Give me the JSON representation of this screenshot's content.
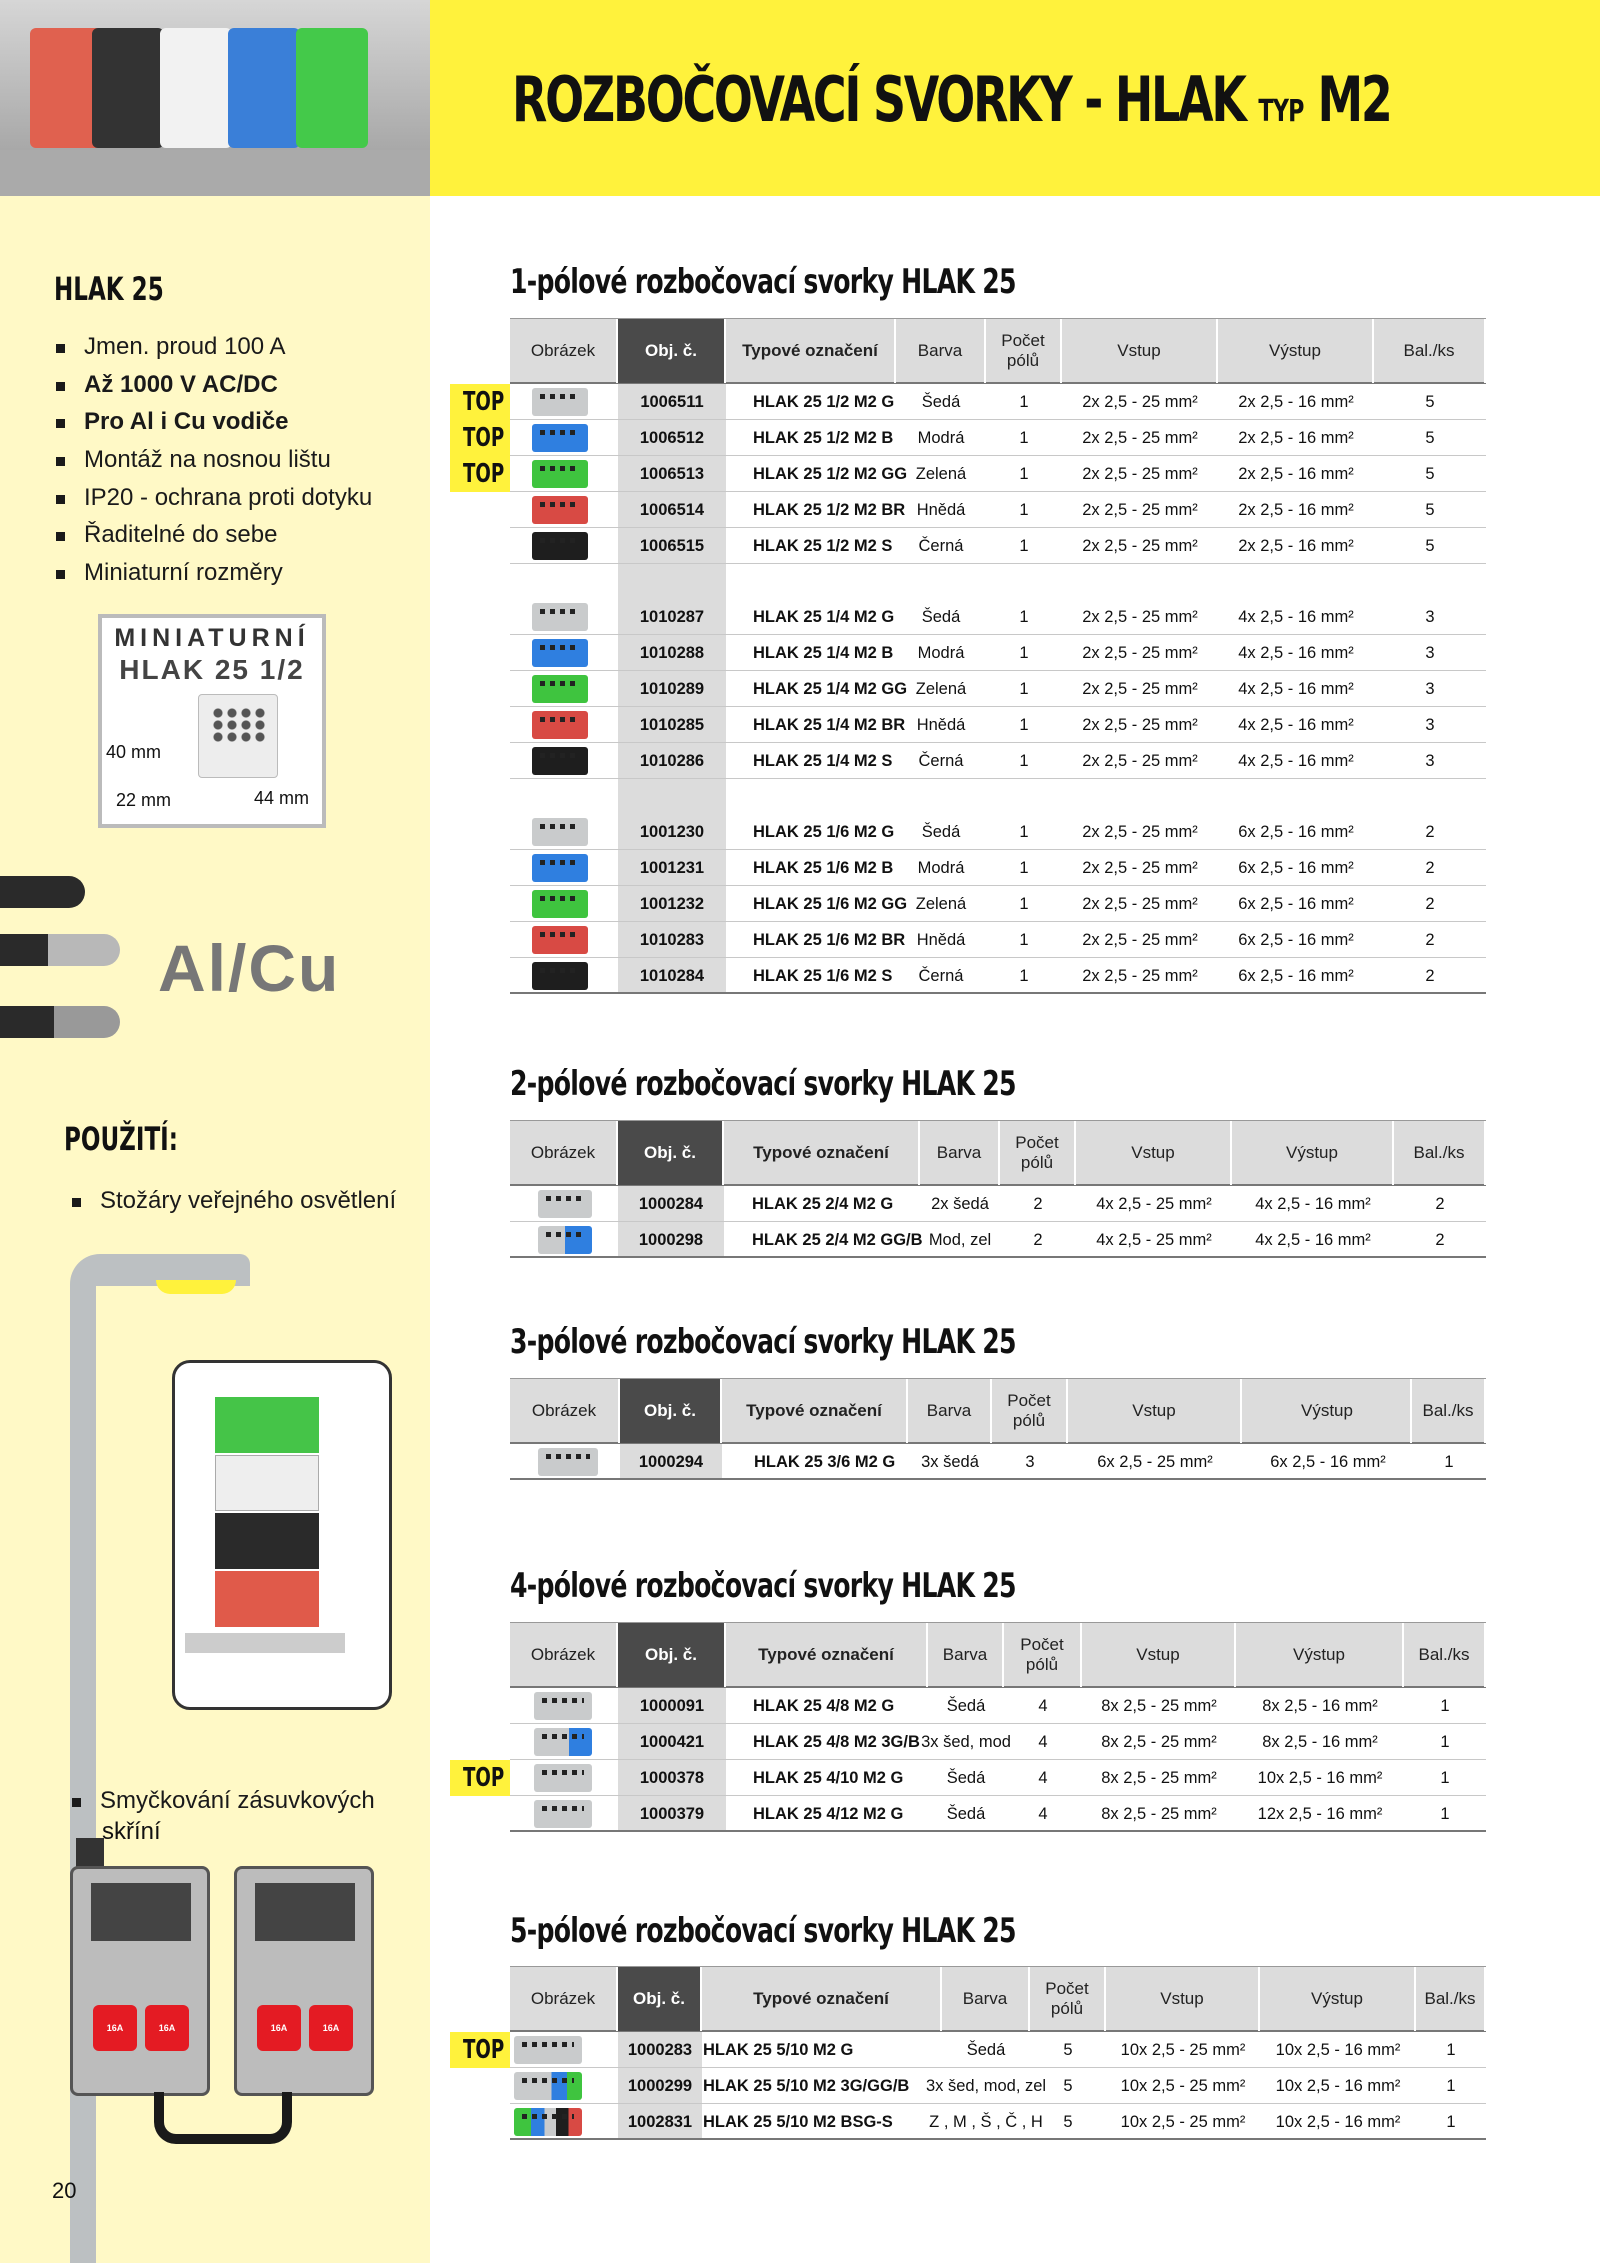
{
  "header": {
    "title": "ROZBOČOVACÍ SVORKY - HLAK",
    "title_typ": "TYP",
    "title_model": "M2"
  },
  "sidebar": {
    "heading": "HLAK 25",
    "features": [
      "Jmen. proud 100 A",
      "Až 1000 V AC/DC",
      "Pro Al i Cu vodiče",
      "Montáž na nosnou lištu",
      "IP20 - ochrana proti dotyku",
      "Řaditelné do sebe",
      "Miniaturní rozměry"
    ],
    "mini_box": {
      "line1": "MINIATURNÍ",
      "line2": "HLAK 25 1/2",
      "dim_h": "40 mm",
      "dim_w": "22 mm",
      "dim_d": "44 mm"
    },
    "alcu": "Al/Cu",
    "usage_heading": "POUŽITÍ:",
    "usage1": "Stožáry veřejného osvětlení",
    "usage2_line1": "Smyčkování zásuvkových",
    "usage2_line2": "skříní",
    "socket_label": "16A"
  },
  "page_number": "20",
  "top_label": "TOP",
  "sections": [
    {
      "title": "1-pólové rozbočovací svorky HLAK 25",
      "headers": [
        "Obrázek",
        "Obj. č.",
        "Typové označení",
        "Barva",
        "Počet pólů",
        "Vstup",
        "Výstup",
        "Bal./ks"
      ],
      "rows": [
        [
          "1006511",
          "HLAK 25 1/2 M2 G",
          "Šedá",
          "1",
          "2x 2,5 - 25 mm²",
          "2x 2,5 - 16 mm²",
          "5"
        ],
        [
          "1006512",
          "HLAK 25 1/2 M2 B",
          "Modrá",
          "1",
          "2x 2,5 - 25 mm²",
          "2x 2,5 - 16 mm²",
          "5"
        ],
        [
          "1006513",
          "HLAK 25 1/2 M2 GG",
          "Zelená",
          "1",
          "2x 2,5 - 25 mm²",
          "2x 2,5 - 16 mm²",
          "5"
        ],
        [
          "1006514",
          "HLAK 25 1/2 M2 BR",
          "Hnědá",
          "1",
          "2x 2,5 - 25 mm²",
          "2x 2,5 - 16 mm²",
          "5"
        ],
        [
          "1006515",
          "HLAK 25 1/2 M2 S",
          "Černá",
          "1",
          "2x 2,5 - 25 mm²",
          "2x 2,5 - 16 mm²",
          "5"
        ],
        [
          "1010287",
          "HLAK 25 1/4 M2 G",
          "Šedá",
          "1",
          "2x 2,5 - 25 mm²",
          "4x 2,5 - 16 mm²",
          "3"
        ],
        [
          "1010288",
          "HLAK 25 1/4 M2 B",
          "Modrá",
          "1",
          "2x 2,5 - 25 mm²",
          "4x 2,5 - 16 mm²",
          "3"
        ],
        [
          "1010289",
          "HLAK 25 1/4 M2 GG",
          "Zelená",
          "1",
          "2x 2,5 - 25 mm²",
          "4x 2,5 - 16 mm²",
          "3"
        ],
        [
          "1010285",
          "HLAK 25 1/4 M2 BR",
          "Hnědá",
          "1",
          "2x 2,5 - 25 mm²",
          "4x 2,5 - 16 mm²",
          "3"
        ],
        [
          "1010286",
          "HLAK 25 1/4 M2 S",
          "Černá",
          "1",
          "2x 2,5 - 25 mm²",
          "4x 2,5 - 16 mm²",
          "3"
        ],
        [
          "1001230",
          "HLAK 25 1/6 M2 G",
          "Šedá",
          "1",
          "2x 2,5 - 25 mm²",
          "6x 2,5 - 16 mm²",
          "2"
        ],
        [
          "1001231",
          "HLAK 25 1/6 M2 B",
          "Modrá",
          "1",
          "2x 2,5 - 25 mm²",
          "6x 2,5 - 16 mm²",
          "2"
        ],
        [
          "1001232",
          "HLAK 25 1/6 M2 GG",
          "Zelená",
          "1",
          "2x 2,5 - 25 mm²",
          "6x 2,5 - 16 mm²",
          "2"
        ],
        [
          "1010283",
          "HLAK 25 1/6 M2 BR",
          "Hnědá",
          "1",
          "2x 2,5 - 25 mm²",
          "6x 2,5 - 16 mm²",
          "2"
        ],
        [
          "1010284",
          "HLAK 25 1/6 M2 S",
          "Černá",
          "1",
          "2x 2,5 - 25 mm²",
          "6x 2,5 - 16 mm²",
          "2"
        ]
      ]
    },
    {
      "title": "2-pólové rozbočovací svorky HLAK 25",
      "headers": [
        "Obrázek",
        "Obj. č.",
        "Typové označení",
        "Barva",
        "Počet pólů",
        "Vstup",
        "Výstup",
        "Bal./ks"
      ],
      "rows": [
        [
          "1000284",
          "HLAK 25 2/4 M2 G",
          "2x šedá",
          "2",
          "4x 2,5 - 25 mm²",
          "4x 2,5 - 16 mm²",
          "2"
        ],
        [
          "1000298",
          "HLAK 25 2/4 M2 GG/B",
          "Mod, zel",
          "2",
          "4x 2,5 - 25 mm²",
          "4x 2,5 - 16 mm²",
          "2"
        ]
      ]
    },
    {
      "title": "3-pólové rozbočovací svorky HLAK 25",
      "headers": [
        "Obrázek",
        "Obj. č.",
        "Typové označení",
        "Barva",
        "Počet pólů",
        "Vstup",
        "Výstup",
        "Bal./ks"
      ],
      "rows": [
        [
          "1000294",
          "HLAK 25 3/6 M2 G",
          "3x šedá",
          "3",
          "6x 2,5 - 25 mm²",
          "6x 2,5 - 16 mm²",
          "1"
        ]
      ]
    },
    {
      "title": "4-pólové rozbočovací svorky HLAK 25",
      "headers": [
        "Obrázek",
        "Obj. č.",
        "Typové označení",
        "Barva",
        "Počet pólů",
        "Vstup",
        "Výstup",
        "Bal./ks"
      ],
      "rows": [
        [
          "1000091",
          "HLAK 25 4/8 M2 G",
          "Šedá",
          "4",
          "8x 2,5 - 25 mm²",
          "8x 2,5 - 16 mm²",
          "1"
        ],
        [
          "1000421",
          "HLAK 25 4/8 M2 3G/B",
          "3x šed, mod",
          "4",
          "8x 2,5 - 25 mm²",
          "8x 2,5 - 16 mm²",
          "1"
        ],
        [
          "1000378",
          "HLAK 25 4/10 M2 G",
          "Šedá",
          "4",
          "8x 2,5 - 25 mm²",
          "10x 2,5 - 16 mm²",
          "1"
        ],
        [
          "1000379",
          "HLAK 25 4/12 M2 G",
          "Šedá",
          "4",
          "8x 2,5 - 25 mm²",
          "12x 2,5 - 16 mm²",
          "1"
        ]
      ]
    },
    {
      "title": "5-pólové rozbočovací svorky HLAK 25",
      "headers": [
        "Obrázek",
        "Obj. č.",
        "Typové označení",
        "Barva",
        "Počet pólů",
        "Vstup",
        "Výstup",
        "Bal./ks"
      ],
      "rows": [
        [
          "1000283",
          "HLAK 25 5/10 M2 G",
          "Šedá",
          "5",
          "10x 2,5 - 25 mm²",
          "10x 2,5 - 16 mm²",
          "1"
        ],
        [
          "1000299",
          "HLAK 25 5/10 M2 3G/GG/B",
          "3x šed, mod, zel",
          "5",
          "10x 2,5 - 25 mm²",
          "10x 2,5 - 16 mm²",
          "1"
        ],
        [
          "1002831",
          "HLAK 25 5/10 M2 BSG-S",
          "Z , M , Š , Č , H",
          "5",
          "10x 2,5 - 25 mm²",
          "10x 2,5 - 16 mm²",
          "1"
        ]
      ]
    }
  ],
  "colors": {
    "yellow": "#fff23c",
    "sidebar": "#fff9c6",
    "grey": "#c9cbcc",
    "blue": "#2f7fe0",
    "green": "#3fc43f",
    "brown": "#d84a44",
    "black": "#1e1e1e"
  }
}
